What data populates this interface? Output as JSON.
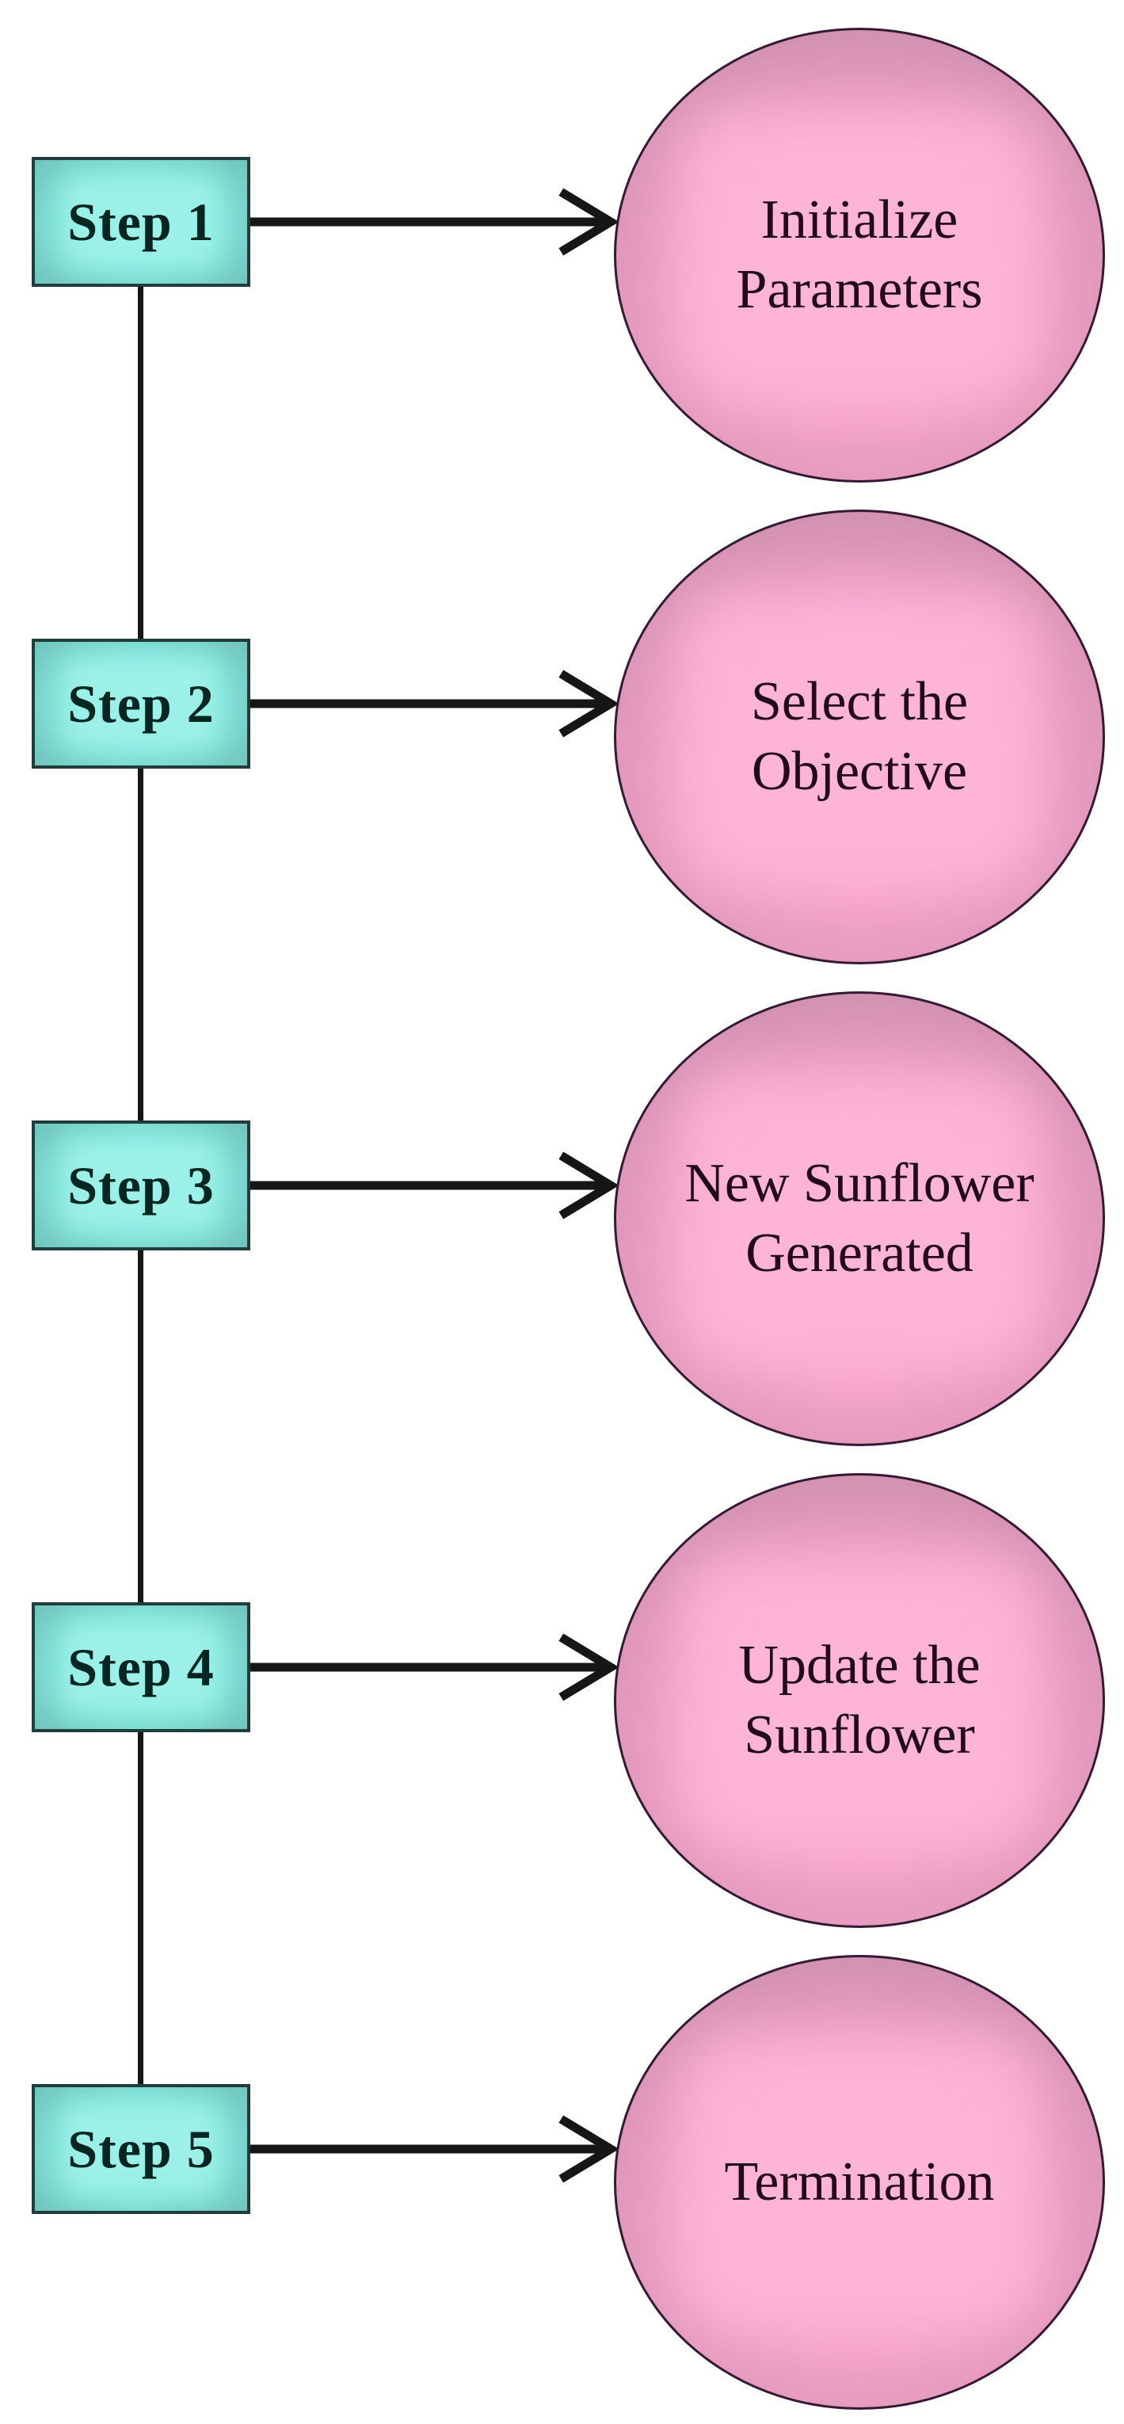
{
  "figure": {
    "type": "flowchart",
    "steps": [
      {
        "box_label": "Step 1",
        "circle_line1": "Initialize",
        "circle_line2": "Parameters"
      },
      {
        "box_label": "Step 2",
        "circle_line1": "Select the",
        "circle_line2": "Objective"
      },
      {
        "box_label": "Step 3",
        "circle_line1": "New Sunflower",
        "circle_line2": "Generated"
      },
      {
        "box_label": "Step 4",
        "circle_line1": "Update the",
        "circle_line2": "Sunflower"
      },
      {
        "box_label": "Step 5",
        "circle_line1": "Termination",
        "circle_line2": ""
      }
    ],
    "colors": {
      "box_fill_edge": "#639f9b",
      "box_fill_mid": "#68b2ab",
      "box_fill_center": "#7fe4da",
      "box_inner_glow": "#9ff2e9",
      "box_border": "#213c3c",
      "box_text": "#062622",
      "circle_fill_edge": "#bf8aa4",
      "circle_fill_mid": "#d994b6",
      "circle_fill_center": "#f9a6cc",
      "circle_inner_glow": "#ffb7da",
      "circle_border": "#351a35",
      "circle_text": "#220a1c",
      "line_color": "#161616",
      "background": "#ffffff"
    }
  }
}
